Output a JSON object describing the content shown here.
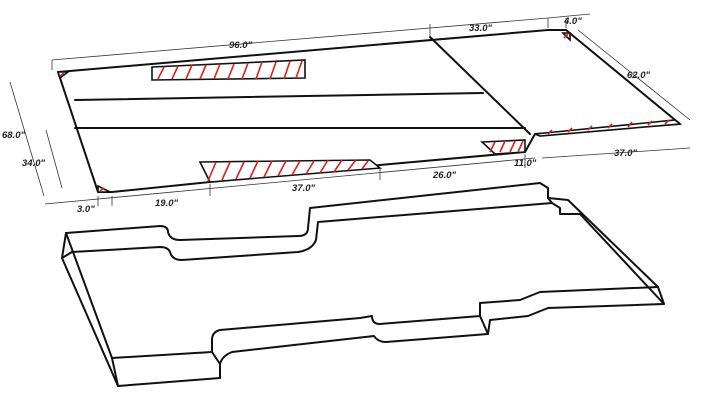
{
  "dimensions": {
    "top_length": "96.0\"",
    "top_right_length": "33.0\"",
    "corner_small": "4.0\"",
    "right_depth": "62.0\"",
    "overall_width": "68.0\"",
    "lower_width": "34.0\"",
    "bottom_offset": "3.0\"",
    "bottom_segment_1": "19.0\"",
    "bottom_segment_2": "37.0\"",
    "bottom_segment_3": "26.0\"",
    "bottom_segment_4": "11.0\"",
    "right_bottom_segment": "37.0\""
  },
  "colors": {
    "outline": "#111111",
    "hatch": "#e0201a",
    "background": "#ffffff"
  }
}
